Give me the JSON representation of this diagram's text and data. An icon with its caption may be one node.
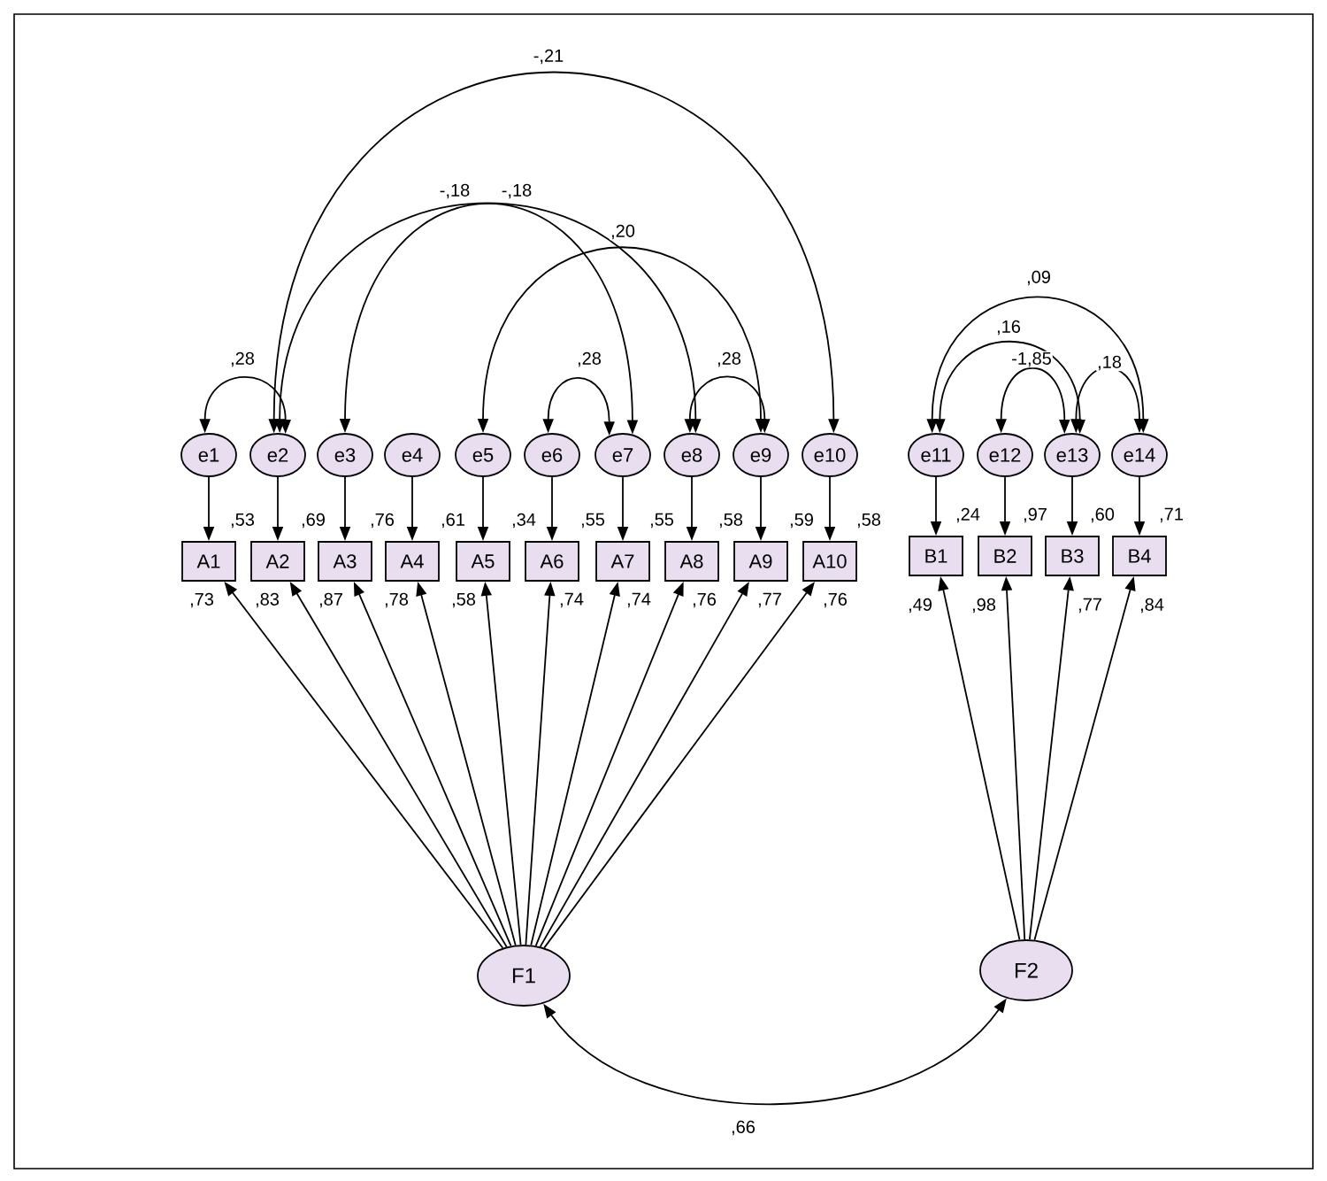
{
  "diagram": {
    "nodes": [
      {
        "text": [
          "e1"
        ]
      },
      {
        "text": [
          "e2"
        ]
      },
      {
        "text": [
          "e3"
        ]
      },
      {
        "text": [
          "e4"
        ]
      },
      {
        "text": [
          "e5"
        ]
      },
      {
        "text": [
          "e6"
        ]
      },
      {
        "text": [
          "e7"
        ]
      },
      {
        "text": [
          "e8"
        ]
      },
      {
        "text": [
          "e9"
        ]
      },
      {
        "text": [
          "e10"
        ]
      },
      {
        "text": [
          "e11"
        ]
      },
      {
        "text": [
          "e12"
        ]
      },
      {
        "text": [
          "e13"
        ]
      },
      {
        "text": [
          "e14"
        ]
      },
      {
        "text": [
          "A1"
        ],
        "beside": [
          ",53"
        ]
      },
      {
        "text": [
          "A2"
        ],
        "beside": [
          ",69"
        ]
      },
      {
        "text": [
          "A3"
        ],
        "beside": [
          ",76"
        ]
      },
      {
        "text": [
          "A4"
        ],
        "beside": [
          ",61"
        ]
      },
      {
        "text": [
          "A5"
        ],
        "beside": [
          ",34"
        ]
      },
      {
        "text": [
          "A6"
        ],
        "beside": [
          ",55"
        ]
      },
      {
        "text": [
          "A7"
        ],
        "beside": [
          ",55"
        ]
      },
      {
        "text": [
          "A8"
        ],
        "beside": [
          ",58"
        ]
      },
      {
        "text": [
          "A9"
        ],
        "beside": [
          ",59"
        ]
      },
      {
        "text": [
          "A10"
        ],
        "beside": [
          ",58"
        ]
      },
      {
        "text": [
          "B1"
        ],
        "beside": [
          ",24"
        ]
      },
      {
        "text": [
          "B2"
        ],
        "beside": [
          ",97"
        ]
      },
      {
        "text": [
          "B3"
        ],
        "beside": [
          ",60"
        ]
      },
      {
        "text": [
          "B4"
        ],
        "beside": [
          ",71"
        ]
      },
      {
        "text": [
          "F1"
        ]
      },
      {
        "text": [
          "F2"
        ]
      }
    ],
    "edges": [
      {
        "from": 0,
        "to": 14,
        "arrow": "to"
      },
      {
        "from": 1,
        "to": 15,
        "arrow": "to"
      },
      {
        "from": 2,
        "to": 16,
        "arrow": "to"
      },
      {
        "from": 3,
        "to": 17,
        "arrow": "to"
      },
      {
        "from": 4,
        "to": 18,
        "arrow": "to"
      },
      {
        "from": 5,
        "to": 19,
        "arrow": "to"
      },
      {
        "from": 6,
        "to": 20,
        "arrow": "to"
      },
      {
        "from": 7,
        "to": 21,
        "arrow": "to"
      },
      {
        "from": 8,
        "to": 22,
        "arrow": "to"
      },
      {
        "from": 9,
        "to": 23,
        "arrow": "to"
      },
      {
        "from": 10,
        "to": 24,
        "arrow": "to"
      },
      {
        "from": 11,
        "to": 25,
        "arrow": "to"
      },
      {
        "from": 12,
        "to": 26,
        "arrow": "to"
      },
      {
        "from": 13,
        "to": 27,
        "arrow": "to"
      },
      {
        "from": 28,
        "to": 14,
        "arrow": "to",
        "label": ",73"
      },
      {
        "from": 28,
        "to": 15,
        "arrow": "to",
        "label": ",83"
      },
      {
        "from": 28,
        "to": 16,
        "arrow": "to",
        "label": ",87"
      },
      {
        "from": 28,
        "to": 17,
        "arrow": "to",
        "label": ",78"
      },
      {
        "from": 28,
        "to": 18,
        "arrow": "to",
        "label": ",58"
      },
      {
        "from": 28,
        "to": 19,
        "arrow": "to",
        "label": ",74"
      },
      {
        "from": 28,
        "to": 20,
        "arrow": "to",
        "label": ",74"
      },
      {
        "from": 28,
        "to": 21,
        "arrow": "to",
        "label": ",76"
      },
      {
        "from": 28,
        "to": 22,
        "arrow": "to",
        "label": ",77"
      },
      {
        "from": 28,
        "to": 23,
        "arrow": "to",
        "label": ",76"
      },
      {
        "from": 29,
        "to": 24,
        "arrow": "to",
        "label": ",49"
      },
      {
        "from": 29,
        "to": 25,
        "arrow": "to",
        "label": ",98"
      },
      {
        "from": 29,
        "to": 26,
        "arrow": "to",
        "label": ",77"
      },
      {
        "from": 29,
        "to": 27,
        "arrow": "to",
        "label": ",84"
      },
      {
        "from": 28,
        "to": 29,
        "arrow": "both",
        "label": ",66"
      },
      {
        "from": 0,
        "to": 1,
        "arrow": "both",
        "label": ",28"
      },
      {
        "from": 1,
        "to": 9,
        "arrow": "both",
        "label": "-,21"
      },
      {
        "from": 1,
        "to": 7,
        "arrow": "both",
        "label": "-,18"
      },
      {
        "from": 2,
        "to": 6,
        "arrow": "both",
        "label": "-,18"
      },
      {
        "from": 4,
        "to": 8,
        "arrow": "both",
        "label": ",20"
      },
      {
        "from": 5,
        "to": 6,
        "arrow": "both",
        "label": ",28"
      },
      {
        "from": 7,
        "to": 8,
        "arrow": "both",
        "label": ",28"
      },
      {
        "from": 10,
        "to": 13,
        "arrow": "both",
        "label": ",09"
      },
      {
        "from": 10,
        "to": 12,
        "arrow": "both",
        "label": ",16"
      },
      {
        "from": 11,
        "to": 12,
        "arrow": "both",
        "label": "-1,85"
      },
      {
        "from": 12,
        "to": 13,
        "arrow": "both",
        "label": ",18"
      }
    ]
  }
}
